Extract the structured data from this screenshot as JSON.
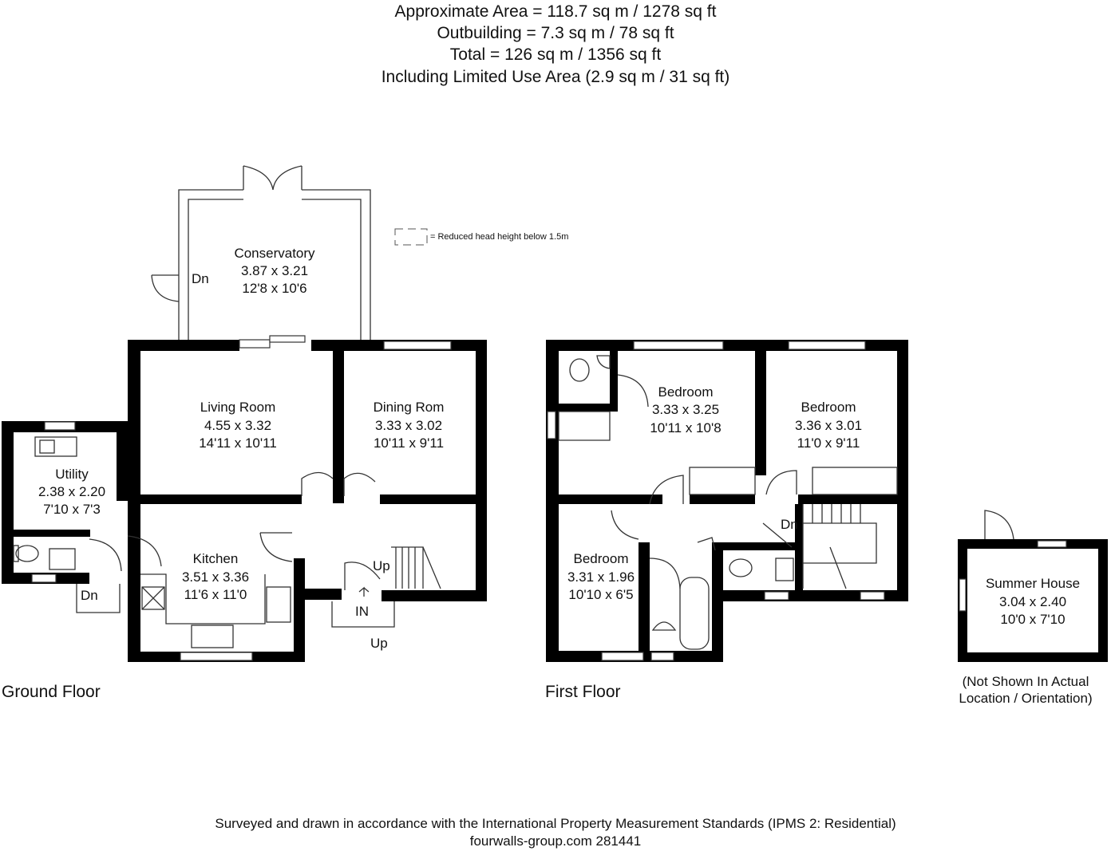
{
  "header": {
    "line1": "Approximate  Area = 118.7 sq m / 1278 sq ft",
    "line2": "Outbuilding = 7.3 sq m / 78 sq ft",
    "line3": "Total = 126 sq m / 1356 sq ft",
    "line4": "Including Limited Use Area (2.9 sq m / 31 sq ft)"
  },
  "legend": {
    "text": "= Reduced head height below 1.5m"
  },
  "rooms": {
    "conservatory": {
      "name": "Conservatory",
      "metric": "3.87 x 3.21",
      "imperial": "12'8 x 10'6"
    },
    "living": {
      "name": "Living Room",
      "metric": "4.55 x 3.32",
      "imperial": "14'11 x 10'11"
    },
    "dining": {
      "name": "Dining Rom",
      "metric": "3.33 x 3.02",
      "imperial": "10'11 x 9'11"
    },
    "utility": {
      "name": "Utility",
      "metric": "2.38 x 2.20",
      "imperial": "7'10 x 7'3"
    },
    "kitchen": {
      "name": "Kitchen",
      "metric": "3.51 x 3.36",
      "imperial": "11'6 x 11'0"
    },
    "bed1": {
      "name": "Bedroom",
      "metric": "3.33 x 3.25",
      "imperial": "10'11 x 10'8"
    },
    "bed2": {
      "name": "Bedroom",
      "metric": "3.36 x 3.01",
      "imperial": "11'0 x 9'11"
    },
    "bed3": {
      "name": "Bedroom",
      "metric": "3.31 x 1.96",
      "imperial": "10'10 x 6'5"
    },
    "summer": {
      "name": "Summer House",
      "metric": "3.04 x 2.40",
      "imperial": "10'0 x 7'10"
    }
  },
  "markers": {
    "dn": "Dn",
    "up": "Up",
    "in": "IN"
  },
  "floors": {
    "ground": "Ground Floor",
    "first": "First Floor"
  },
  "summer_note": {
    "line1": "(Not Shown In Actual",
    "line2": "Location / Orientation)"
  },
  "footer": {
    "line1": "Surveyed and drawn in accordance with the International Property Measurement Standards (IPMS 2: Residential)",
    "line2": "fourwalls-group.com 281441"
  }
}
